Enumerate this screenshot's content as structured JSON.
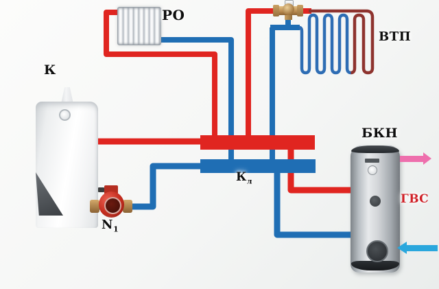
{
  "labels": {
    "boiler": {
      "text": "К"
    },
    "radiator": {
      "text": "РО"
    },
    "underfloor_heating": {
      "text": "ВТП"
    },
    "collector": {
      "base": "К",
      "sub": "л"
    },
    "pump": {
      "base": "N",
      "sub": "1"
    },
    "indirect_boiler": {
      "text": "БКН"
    },
    "hot_water": {
      "text": "ГВС"
    }
  },
  "colors": {
    "supply-red": "#e02520",
    "return-blue": "#1f6eb4",
    "coil-cool": "#2e6db4",
    "coil-hot": "#8e332e",
    "pink-arrow": "#ee6fad",
    "cold-arrow": "#2aa7dd",
    "gvs-red": "#d01f26",
    "label-ink": "#0d0d0d",
    "brass": "#b98a4f",
    "pump-red": "#c22b1d"
  },
  "icons": {
    "boiler_unit": "gas-boiler",
    "radiator_unit": "panel-radiator",
    "valve_unit": "three-way-mixing-valve",
    "coil_unit": "underfloor-heating-coil",
    "collector_supply": "supply-manifold-bar",
    "collector_return": "return-manifold-bar",
    "pump_unit": "circulation-pump",
    "tank_unit": "storage-water-heater",
    "arrow_out": "hot-water-out-arrow",
    "arrow_in": "cold-water-in-arrow"
  }
}
